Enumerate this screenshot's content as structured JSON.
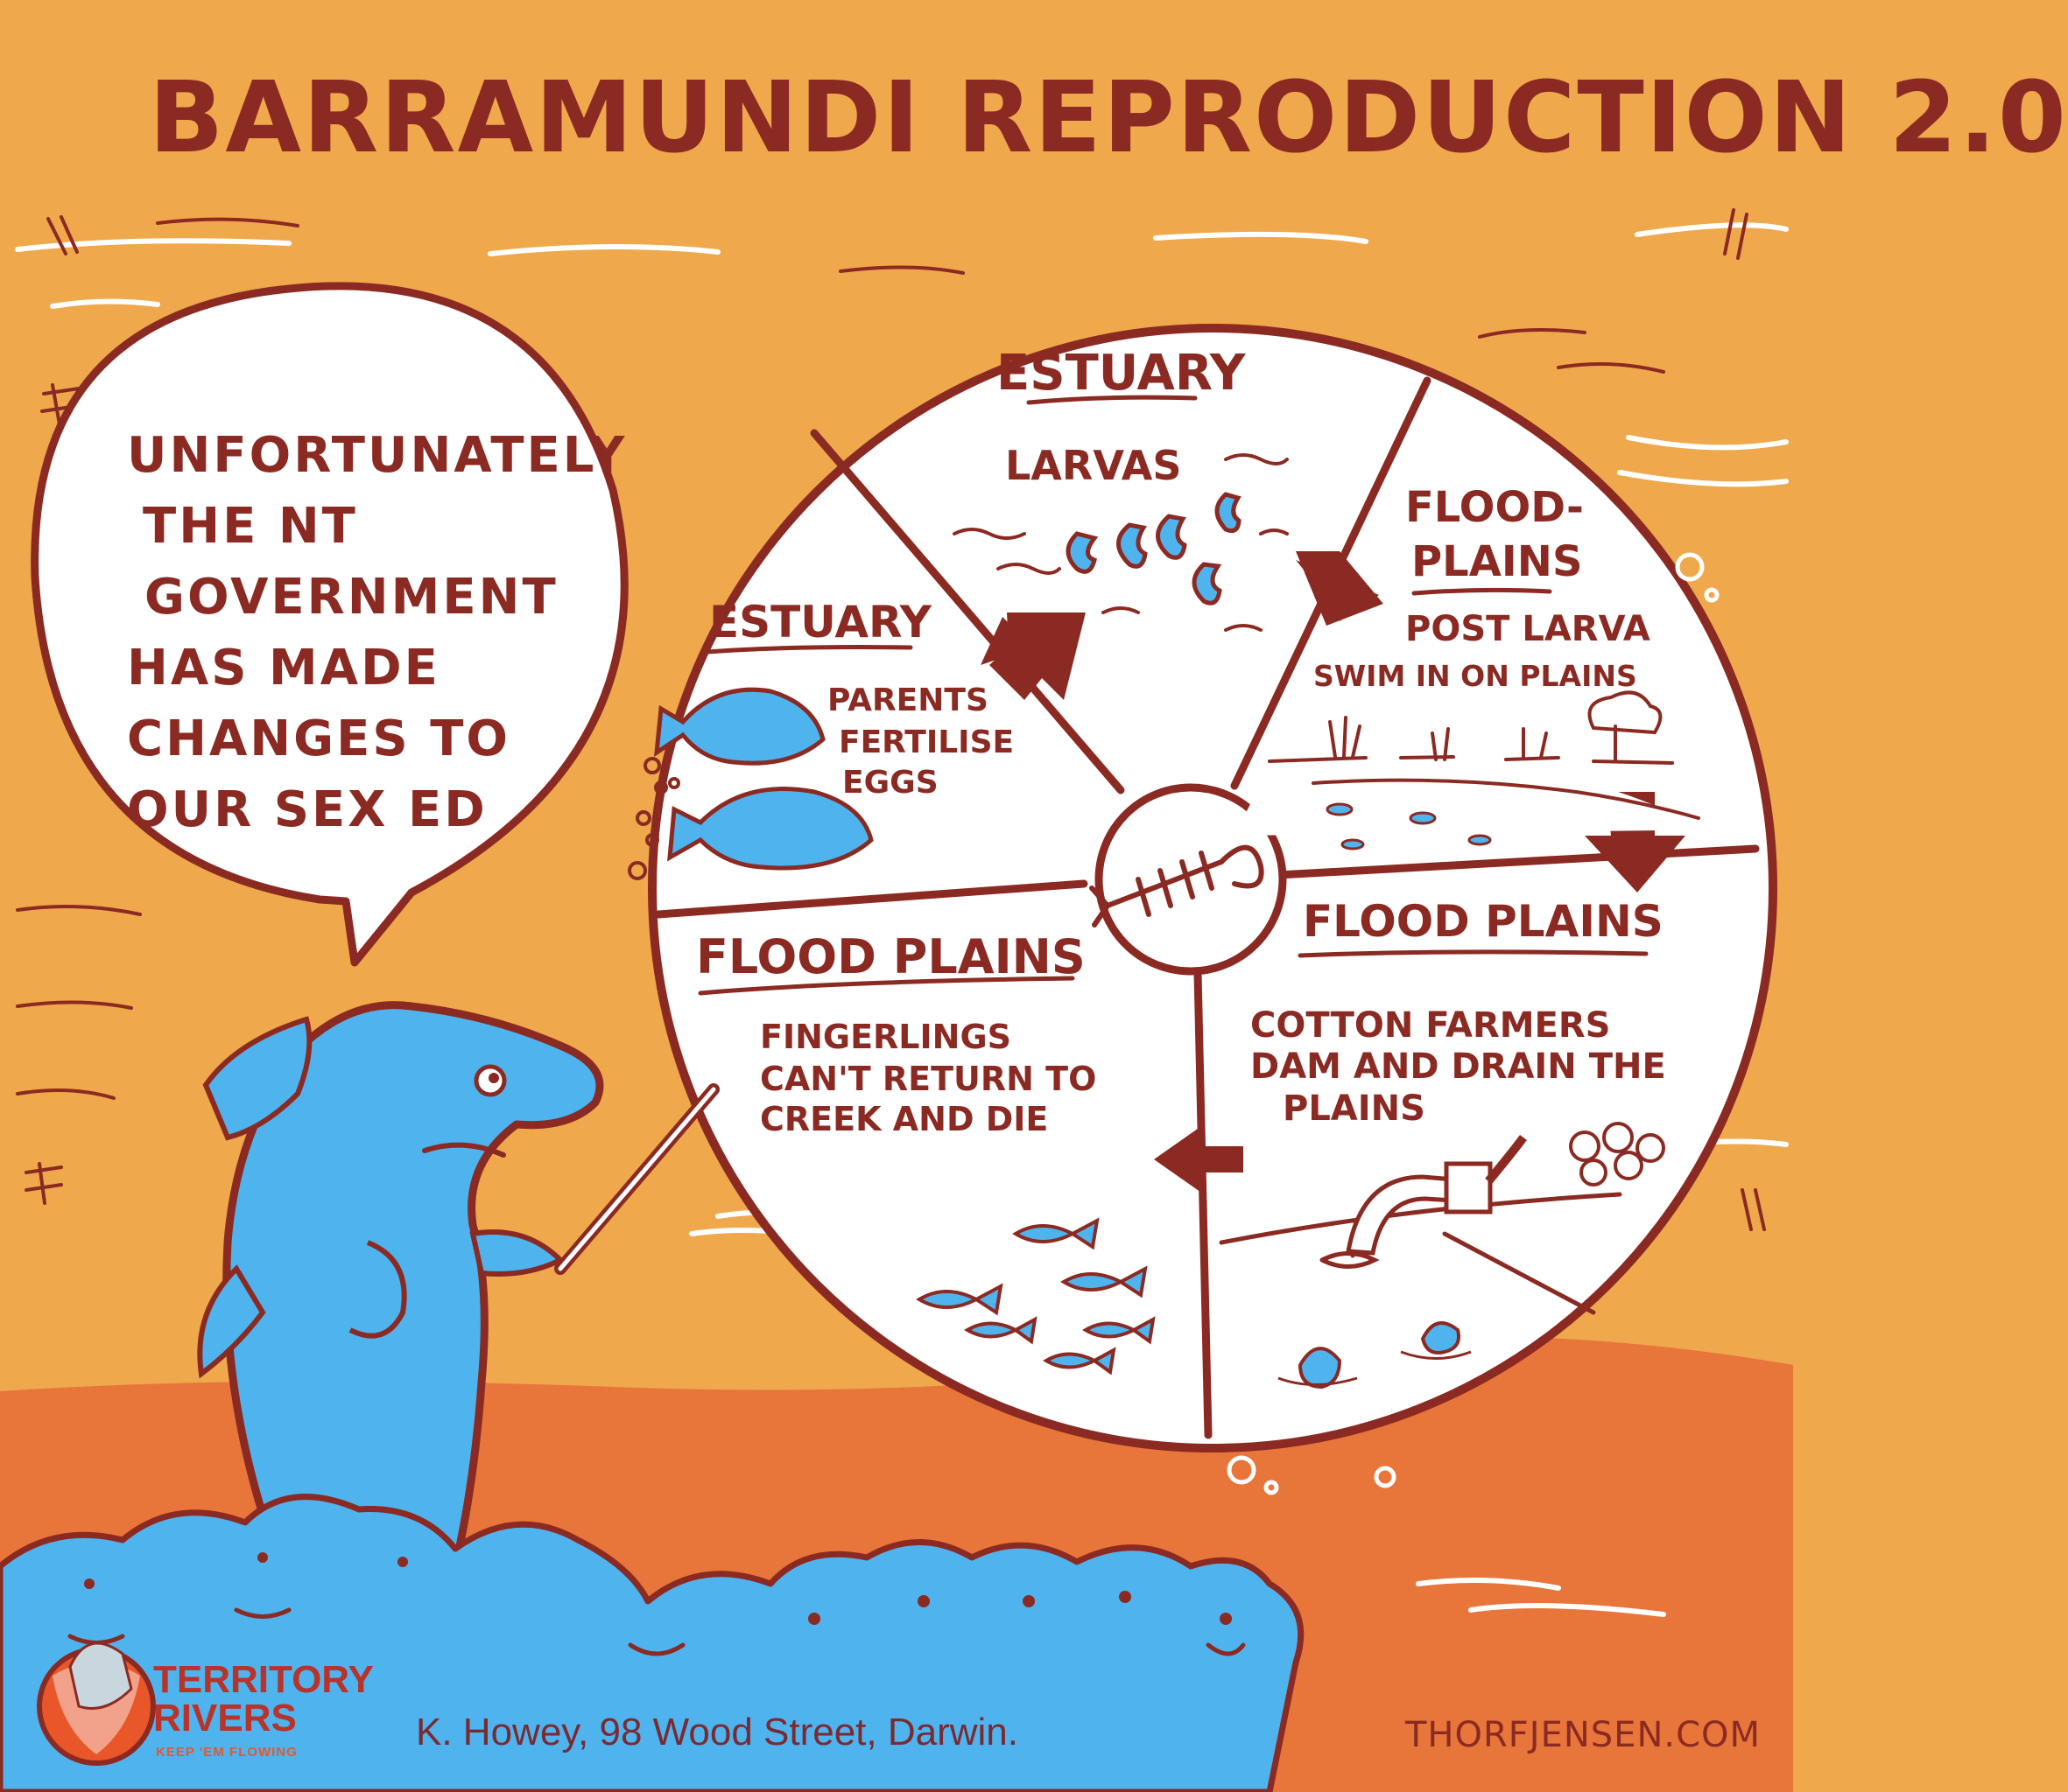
{
  "title": "BARRAMUNDI REPRODUCTION 2.0",
  "speech_bubble": {
    "lines": [
      "UNFORTUNATELY",
      "THE NT",
      "GOVERNMENT",
      "HAS MADE",
      "CHANGES TO",
      "OUR SEX ED"
    ]
  },
  "cycle": {
    "stages": [
      {
        "heading": "ESTUARY",
        "caption": [
          "PARENTS",
          "FERTILISE",
          "EGGS"
        ]
      },
      {
        "heading": "ESTUARY",
        "caption": [
          "LARVAS"
        ]
      },
      {
        "heading": [
          "FLOOD-",
          "PLAINS"
        ],
        "caption": [
          "POST LARVA",
          "SWIM IN ON PLAINS"
        ]
      },
      {
        "heading": "FLOOD PLAINS",
        "caption": [
          "COTTON FARMERS",
          "DAM AND DRAIN THE",
          "PLAINS"
        ]
      },
      {
        "heading": "FLOOD PLAINS",
        "caption": [
          "FINGERLINGS",
          "CAN'T RETURN TO",
          "CREEK AND DIE"
        ]
      }
    ],
    "center_icon": "fish-skeleton-icon"
  },
  "logo": {
    "name_line1": "TERRITORY",
    "name_line2": "RIVERS",
    "tagline": "KEEP 'EM FLOWING"
  },
  "footer": {
    "authorisation": "K. Howey, 98 Wood Street, Darwin.",
    "website": "THORFJENSEN.COM"
  },
  "colors": {
    "background": "#EFA84C",
    "ground": "#E8753A",
    "ink": "#8B2A22",
    "fish": "#4FB3EE",
    "paper": "#FFFFFF"
  }
}
